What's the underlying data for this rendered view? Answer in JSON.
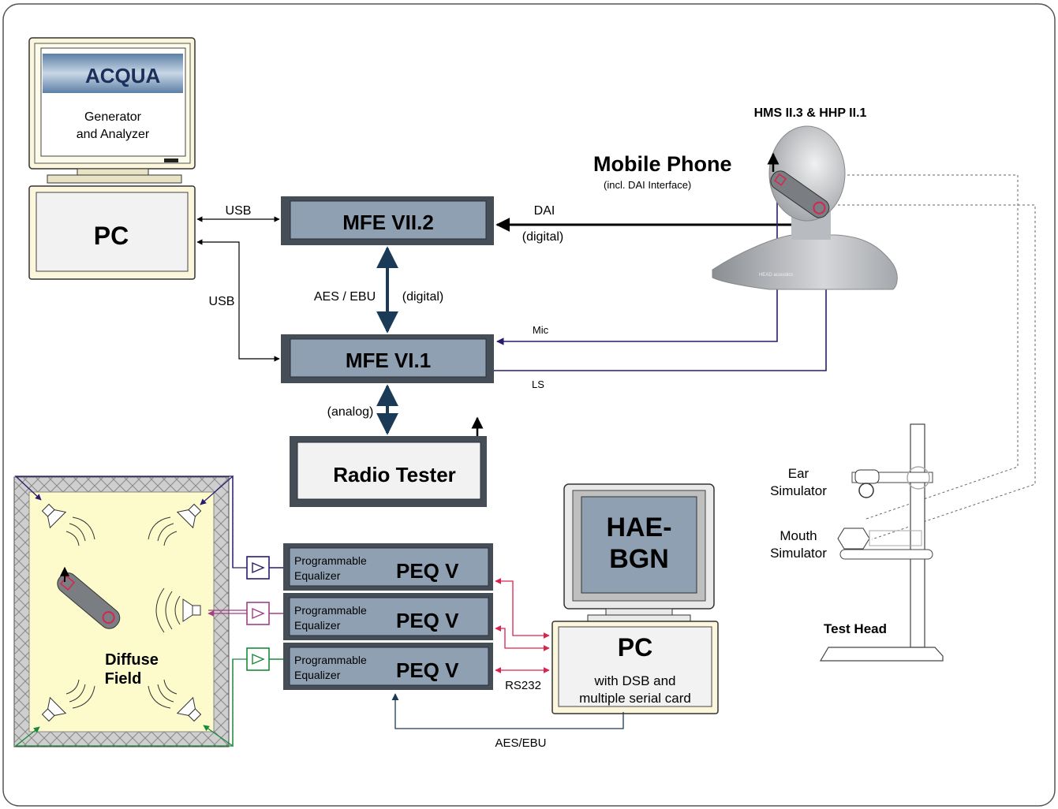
{
  "acqua": {
    "logo": "ACQUA",
    "caption_line1": "Generator",
    "caption_line2": "and Analyzer"
  },
  "pc_main": {
    "label": "PC"
  },
  "links": {
    "usb_top": "USB",
    "usb_left": "USB",
    "dai": "DAI",
    "digital_dai": "(digital)",
    "aes_ebu": "AES / EBU",
    "digital_aes": "(digital)",
    "mic": "Mic",
    "ls": "LS",
    "analog": "(analog)",
    "rs232": "RS232",
    "aes_ebu_bottom": "AES/EBU"
  },
  "mfe_vii": {
    "label": "MFE VII.2"
  },
  "mfe_vi": {
    "label": "MFE VI.1"
  },
  "radio_tester": {
    "label": "Radio Tester"
  },
  "head": {
    "title": "HMS II.3 & HHP II.1",
    "mobile_phone": "Mobile Phone",
    "mobile_phone_sub": "(incl. DAI Interface)",
    "brand": "HEAD acoustics"
  },
  "stand": {
    "ear_line1": "Ear",
    "ear_line2": "Simulator",
    "mouth_line1": "Mouth",
    "mouth_line2": "Simulator",
    "test_head": "Test Head"
  },
  "peq": [
    {
      "small1": "Programmable",
      "small2": "Equalizer",
      "name": "PEQ V"
    },
    {
      "small1": "Programmable",
      "small2": "Equalizer",
      "name": "PEQ V"
    },
    {
      "small1": "Programmable",
      "small2": "Equalizer",
      "name": "PEQ V"
    }
  ],
  "hae": {
    "line1": "HAE-",
    "line2": "BGN"
  },
  "pc2": {
    "label": "PC",
    "line1": "with DSB and",
    "line2": "multiple serial card"
  },
  "diffuse": {
    "line1": "Diffuse",
    "line2": "Field"
  },
  "colors": {
    "box_fill": "#8fa0b2",
    "box_dark": "#454d57",
    "field_fill": "#fdfacc",
    "link_dark": "#1b3a57",
    "mic_ls": "#2a1a6e",
    "rs232": "#d9244f",
    "peq1": "#2a1a6e",
    "peq2": "#a04080",
    "peq3": "#1a8a3a"
  }
}
